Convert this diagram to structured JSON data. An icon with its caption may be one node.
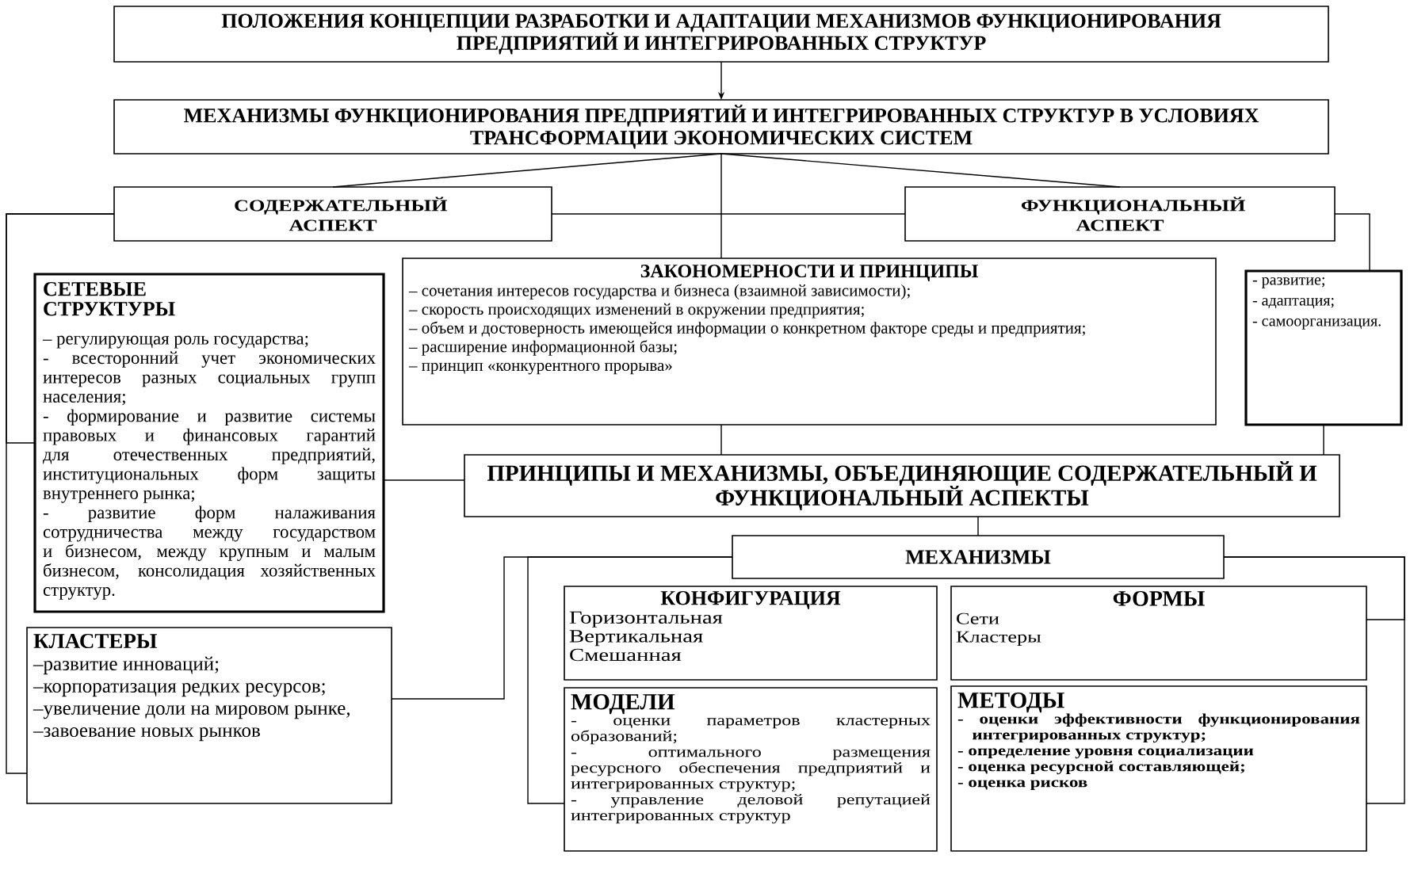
{
  "diagram": {
    "nodes": [
      {
        "text": [
          "ПОЛОЖЕНИЯ КОНЦЕПЦИИ РАЗРАБОТКИ И АДАПТАЦИИ МЕХАНИЗМОВ ФУНКЦИОНИРОВАНИЯ ПРЕДПРИЯТИЙ И ИНТЕГРИРОВАННЫХ СТРУКТУР"
        ]
      },
      {
        "text": [
          "МЕХАНИЗМЫ ФУНКЦИОНИРОВАНИЯ ПРЕДПРИЯТИЙ И ИНТЕГРИРОВАННЫХ СТРУКТУР В УСЛОВИЯХ ТРАНСФОРМАЦИИ ЭКОНОМИЧЕСКИХ СИСТЕМ"
        ]
      },
      {
        "text": [
          "СОДЕРЖАТЕЛЬНЫЙ АСПЕКТ"
        ]
      },
      {
        "text": [
          "ФУНКЦИОНАЛЬНЫЙ АСПЕКТ"
        ]
      },
      {
        "text": [
          "ЗАКОНОМЕРНОСТИ И ПРИНЦИПЫ",
          "– сочетания интересов государства и бизнеса (взаимной зависимости);",
          "– скорость происходящих изменений в окружении предприятия;",
          "– объем и достоверность имеющейся информации о конкретном факторе среды и предприятия;",
          "– расширение информационной базы;",
          "– принцип «конкурентного прорыва»"
        ]
      },
      {
        "text": [
          "СЕТЕВЫЕ СТРУКТУРЫ",
          "– регулирующая роль государства;",
          "- всесторонний учет экономических интересов разных социальных групп населения;",
          "- формирование и развитие системы правовых и финансовых гарантий для отечественных предприятий, институциональных форм защиты внутреннего рынка;",
          "- развитие форм налаживания сотрудничества между государством и бизнесом, между крупным и малым бизнесом, консолидация хозяйственных структур."
        ]
      },
      {
        "text": [
          "- развитие;",
          "- адаптация;",
          "- самоорганизация."
        ]
      },
      {
        "text": [
          "ПРИНЦИПЫ И МЕХАНИЗМЫ, ОБЪЕДИНЯЮЩИЕ СОДЕРЖАТЕЛЬНЫЙ И ФУНКЦИОНАЛЬНЫЙ АСПЕКТЫ"
        ]
      },
      {
        "text": [
          "МЕХАНИЗМЫ"
        ]
      },
      {
        "text": [
          "КОНФИГУРАЦИЯ",
          "Горизонтальная",
          "Вертикальная",
          "Смешанная"
        ]
      },
      {
        "text": [
          "ФОРМЫ",
          "Сети",
          "Кластеры"
        ]
      },
      {
        "text": [
          "КЛАСТЕРЫ",
          "–развитие инноваций;",
          "–корпоратизация редких ресурсов;",
          "–увеличение доли на мировом рынке,",
          "–завоевание новых рынков"
        ]
      },
      {
        "text": [
          "МОДЕЛИ",
          "- оценки параметров кластерных образований;",
          "- оптимального размещения ресурсного обеспечения предприятий и интегрированных структур;",
          "- управление деловой репутацией интегрированных структур"
        ]
      },
      {
        "text": [
          "МЕТОДЫ",
          "- оценки эффективности функционирования интегрированных структур;",
          "- определение уровня социализации",
          "- оценка ресурсной составляющей;",
          "- оценка рисков"
        ]
      }
    ],
    "edges": [
      {
        "from": 0,
        "to": 1,
        "arrow": "to"
      },
      {
        "from": 1,
        "to": 2,
        "arrow": "none"
      },
      {
        "from": 1,
        "to": 3,
        "arrow": "none"
      },
      {
        "from": 1,
        "to": 4,
        "arrow": "none"
      },
      {
        "from": 2,
        "to": 3,
        "arrow": "none"
      },
      {
        "from": 2,
        "to": 5,
        "arrow": "none"
      },
      {
        "from": 2,
        "to": 11,
        "arrow": "none"
      },
      {
        "from": 3,
        "to": 6,
        "arrow": "none"
      },
      {
        "from": 4,
        "to": 7,
        "arrow": "none"
      },
      {
        "from": 5,
        "to": 7,
        "arrow": "none"
      },
      {
        "from": 6,
        "to": 7,
        "arrow": "none"
      },
      {
        "from": 7,
        "to": 8,
        "arrow": "none"
      },
      {
        "from": 8,
        "to": 11,
        "arrow": "none"
      },
      {
        "from": 8,
        "to": 12,
        "arrow": "none"
      },
      {
        "from": 8,
        "to": 10,
        "arrow": "none"
      },
      {
        "from": 8,
        "to": 13,
        "arrow": "none"
      }
    ]
  }
}
